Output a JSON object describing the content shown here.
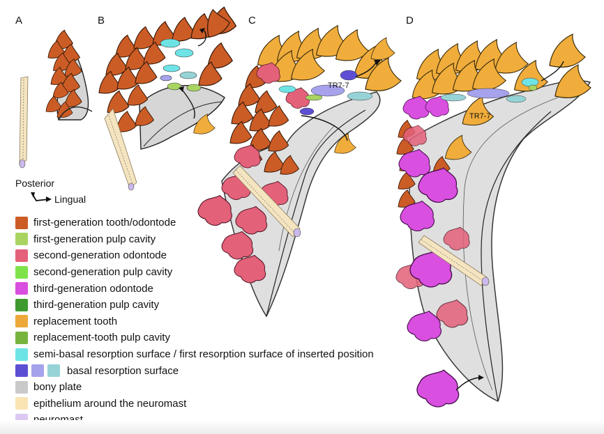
{
  "panels": [
    {
      "label": "A"
    },
    {
      "label": "B"
    },
    {
      "label": "C"
    },
    {
      "label": "D"
    }
  ],
  "orientation": {
    "posterior": "Posterior",
    "lingual": "Lingual"
  },
  "tags": {
    "c_tag": "TR7-7",
    "d_tag": "TR7-7"
  },
  "legend": [
    {
      "id": "first-gen-tooth",
      "label": "first-generation tooth/odontode",
      "colors": [
        "#cc5c26"
      ]
    },
    {
      "id": "first-gen-pulp",
      "label": "first-generation pulp cavity",
      "colors": [
        "#a9d461"
      ]
    },
    {
      "id": "second-gen-odontode",
      "label": "second-generation odontode",
      "colors": [
        "#e36179"
      ]
    },
    {
      "id": "second-gen-pulp",
      "label": "second-generation pulp cavity",
      "colors": [
        "#7ee34a"
      ]
    },
    {
      "id": "third-gen-odontode",
      "label": "third-generation odontode",
      "colors": [
        "#d94fe0"
      ]
    },
    {
      "id": "third-gen-pulp",
      "label": "third-generation pulp cavity",
      "colors": [
        "#3e9a2e"
      ]
    },
    {
      "id": "replacement-tooth",
      "label": "replacement tooth",
      "colors": [
        "#eda83a"
      ]
    },
    {
      "id": "replacement-pulp",
      "label": "replacement-tooth pulp cavity",
      "colors": [
        "#76b43e"
      ]
    },
    {
      "id": "semi-basal",
      "label": "semi-basal resorption surface / first resorption surface of inserted position",
      "colors": [
        "#6ee3e6"
      ]
    },
    {
      "id": "basal-resorption",
      "label": "basal resorption surface",
      "colors": [
        "#5d4fd4",
        "#a6a2ec",
        "#96d3d6"
      ]
    },
    {
      "id": "bony-plate",
      "label": "bony plate",
      "colors": [
        "#c9c9c9"
      ]
    },
    {
      "id": "epithelium",
      "label": "epithelium around the neuromast",
      "colors": [
        "#fae4b4"
      ]
    },
    {
      "id": "neuromast",
      "label": "neuromast",
      "colors": [
        "#dcc8f2"
      ]
    }
  ],
  "colors": {
    "first_gen": "#cc5c26",
    "second_gen": "#e36179",
    "third_gen": "#d94fe0",
    "replacement": "#f0ad3c",
    "bony": "#d6d6d6",
    "epithelium": "#f4e4c0",
    "neuromast": "#cbb8ee",
    "semi_basal": "#6ee3e6",
    "basal_dark": "#5d4fd4",
    "basal_light": "#a6a2ec",
    "basal_teal": "#96d3d6",
    "pulp_first": "#a9d461",
    "pulp_second": "#7ee34a",
    "pulp_third": "#3e9a2e",
    "pulp_repl": "#76b43e"
  }
}
